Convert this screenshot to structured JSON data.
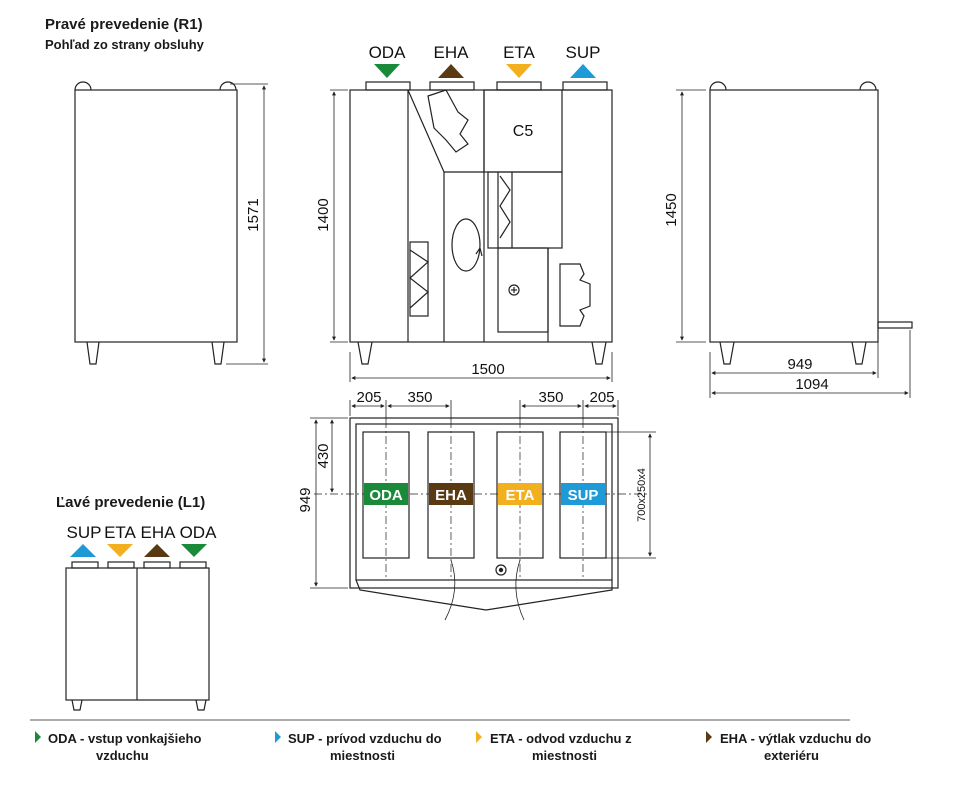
{
  "header": {
    "title_r1": "Pravé prevedenie (R1)",
    "subtitle_r1": "Pohľad zo strany obsluhy",
    "title_l1": "Ľavé prevedenie (L1)"
  },
  "colors": {
    "oda": "#1a8a3a",
    "eha": "#5a3a12",
    "eta": "#f2b01e",
    "sup": "#1e9ad6"
  },
  "ports_top": [
    "ODA",
    "EHA",
    "ETA",
    "SUP"
  ],
  "ports_l1": [
    "SUP",
    "ETA",
    "EHA",
    "ODA"
  ],
  "component_label": "C5",
  "dimensions": {
    "left_height": "1571",
    "center_height": "1400",
    "center_width": "1500",
    "right_height": "1450",
    "right_depth": "949",
    "right_total": "1094",
    "top_205_left": "205",
    "top_350_left": "350",
    "top_350_right": "350",
    "top_205_right": "205",
    "top_430": "430",
    "top_949": "949",
    "duct_size": "700x250x4"
  },
  "legend": [
    {
      "code": "ODA",
      "text": "- vstup vonkajšieho",
      "text2": "vzduchu",
      "color": "#1a8a3a"
    },
    {
      "code": "SUP",
      "text": "- prívod vzduchu do",
      "text2": "miestnosti",
      "color": "#1e9ad6"
    },
    {
      "code": "ETA",
      "text": "- odvod vzduchu z",
      "text2": "miestnosti",
      "color": "#f2b01e"
    },
    {
      "code": "EHA",
      "text": "- výtlak vzduchu do",
      "text2": "exteriéru",
      "color": "#5a3a12"
    }
  ]
}
